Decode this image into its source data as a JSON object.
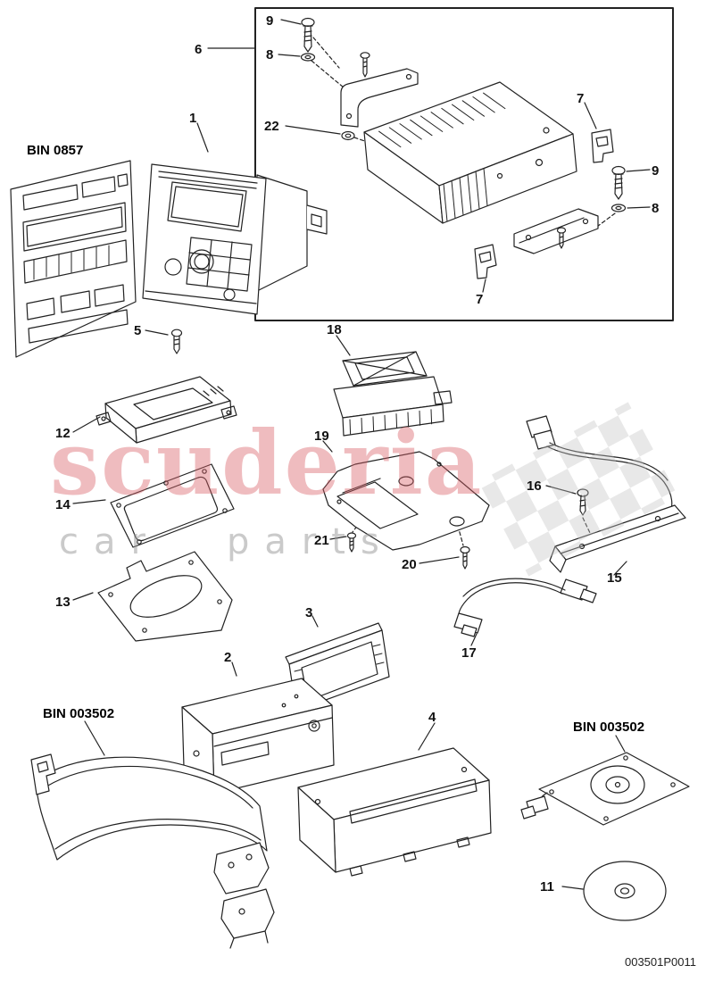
{
  "watermark": {
    "brand": "scuderia",
    "sub_left": "car",
    "sub_right": "parts",
    "brand_color": "#d96066",
    "sub_color": "#969696"
  },
  "labels": {
    "bin_top_left": "BIN 0857",
    "bin_bottom_left": "BIN 003502",
    "bin_bottom_right": "BIN 003502"
  },
  "footer": {
    "drawing_number": "003501P0011"
  },
  "colors": {
    "line": "#222222",
    "background": "#ffffff"
  },
  "callouts": [
    {
      "n": "9"
    },
    {
      "n": "8"
    },
    {
      "n": "6"
    },
    {
      "n": "22"
    },
    {
      "n": "7"
    },
    {
      "n": "9"
    },
    {
      "n": "8"
    },
    {
      "n": "7"
    },
    {
      "n": "1"
    },
    {
      "n": "5"
    },
    {
      "n": "18"
    },
    {
      "n": "12"
    },
    {
      "n": "14"
    },
    {
      "n": "19"
    },
    {
      "n": "16"
    },
    {
      "n": "21"
    },
    {
      "n": "20"
    },
    {
      "n": "15"
    },
    {
      "n": "13"
    },
    {
      "n": "17"
    },
    {
      "n": "3"
    },
    {
      "n": "2"
    },
    {
      "n": "4"
    },
    {
      "n": "11"
    }
  ]
}
